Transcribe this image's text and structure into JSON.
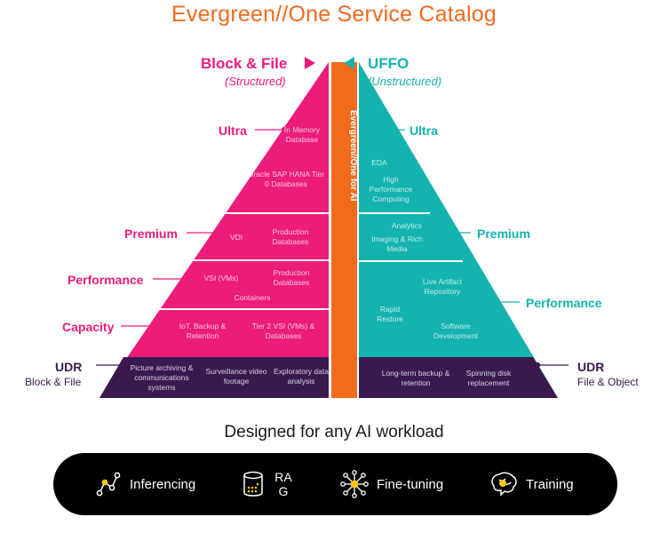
{
  "title": "Evergreen//One Service Catalog",
  "left_header": {
    "title": "Block & File",
    "subtitle": "(Structured)"
  },
  "right_header": {
    "title": "UFFO",
    "subtitle": "(Unstructured)"
  },
  "center_label": "Evergreen//One for AI",
  "left_levels": [
    "Ultra",
    "Premium",
    "Performance",
    "Capacity"
  ],
  "right_levels": [
    "Ultra",
    "Premium",
    "Performance"
  ],
  "left_udr": {
    "title": "UDR",
    "subtitle": "Block & File"
  },
  "right_udr": {
    "title": "UDR",
    "subtitle": "File & Object"
  },
  "left_cells": {
    "ultra_a": "In Memory Database",
    "ultra_b": "Oracle SAP HANA Tier 0 Databases",
    "premium_a": "VDI",
    "premium_b": "Production Databases",
    "perf_a": "VSI (VMs)",
    "perf_b": "Production Databases",
    "perf_c": "Containers",
    "cap_a": "IoT, Backup & Retention",
    "cap_b": "Tier 2 VSI (VMs) & Databases",
    "udr_a": "Picture archiving & communications systems",
    "udr_b": "Surveillance video footage",
    "udr_c": "Exploratory data analysis"
  },
  "right_cells": {
    "ultra_a": "EDA",
    "ultra_b": "High Performance Computing",
    "premium_a": "Analytics",
    "premium_b": "Imaging & Rich Media",
    "perf_a": "Live Artifact Repository",
    "perf_b": "Rapid Restore",
    "perf_c": "Software Development",
    "udr_a": "Long-term backup & retention",
    "udr_b": "Spinning disk replacement"
  },
  "designed_for": "Designed for any AI workload",
  "workloads": [
    {
      "label": "Inferencing",
      "icon": "inferencing-icon"
    },
    {
      "label": "RA\nG",
      "icon": "rag-icon"
    },
    {
      "label": "Fine-tuning",
      "icon": "fine-tuning-icon"
    },
    {
      "label": "Training",
      "icon": "training-icon"
    }
  ],
  "colors": {
    "title": "#f06a1f",
    "magenta": "#ec1c7b",
    "teal": "#14b3ae",
    "orange_bar": "#f26b1d",
    "purple": "#3a1a4e"
  }
}
